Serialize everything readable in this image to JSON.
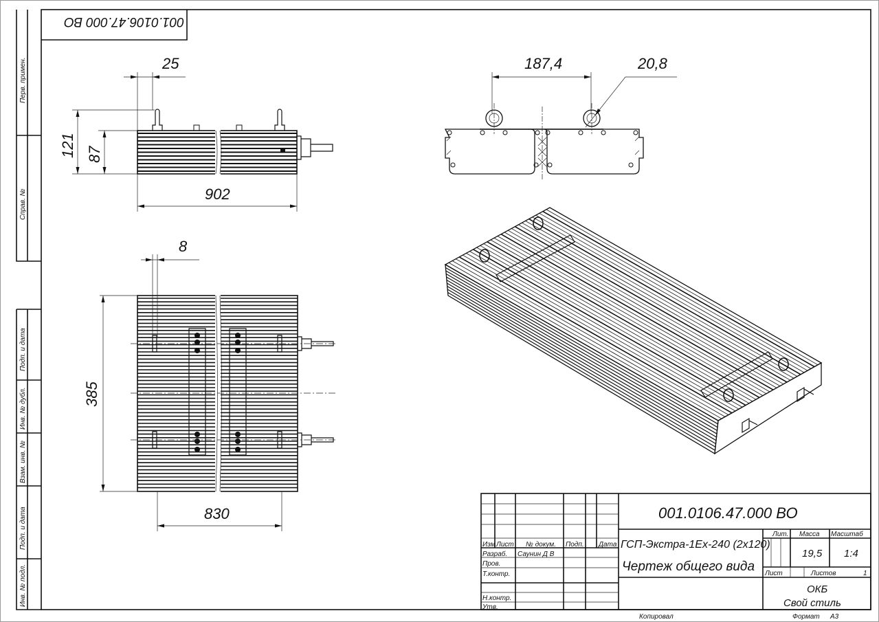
{
  "stamp": {
    "designation": "001.0106.47.000 ВО"
  },
  "left_strip": [
    "Перв. примен.",
    "Справ. №",
    "Подп. и дата",
    "Инв. № дубл.",
    "Взам. инв. №",
    "Подп. и дата",
    "Инв. № подл."
  ],
  "dimensions": {
    "side_offset": "25",
    "side_total_height": "121",
    "side_body_height": "87",
    "side_length": "902",
    "front_eye_spacing": "187,4",
    "front_eye_diameter": "20,8",
    "plan_offset": "8",
    "plan_width": "385",
    "plan_length": "830"
  },
  "title_block": {
    "designation": "001.0106.47.000 ВО",
    "product_name": "ГСП-Экстра-1Ex-240 (2x120)",
    "document_name": "Чертеж общего вида",
    "headers": {
      "izm": "Изм",
      "list": "Лист",
      "doc_no": "№ докум.",
      "sign": "Подп.",
      "date": "Дата"
    },
    "roles": {
      "developer": "Разраб.",
      "checker": "Пров.",
      "tech_control": "Т.контр.",
      "norm_control": "Н.контр.",
      "approved": "Утв."
    },
    "developer_name": "Саунин Д В",
    "lit_label": "Лит.",
    "mass_label": "Масса",
    "scale_label": "Масштаб",
    "mass": "19,5",
    "scale": "1:4",
    "sheet_label": "Лист",
    "sheets_label": "Листов",
    "sheets": "1",
    "org_line1": "ОКБ",
    "org_line2": "Свой стиль",
    "copied": "Копировал",
    "format_label": "Формат",
    "format": "А3"
  }
}
